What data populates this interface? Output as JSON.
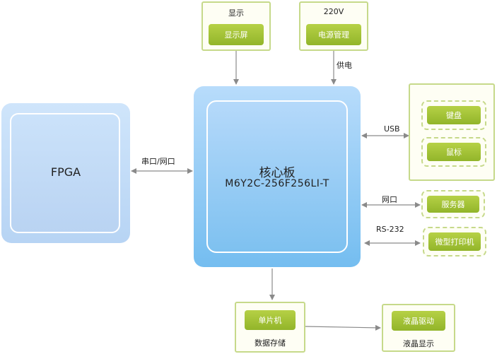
{
  "display_group": {
    "label": "显示",
    "button": "显示屏"
  },
  "power_group": {
    "label": "220V",
    "button": "电源管理",
    "edge": "供电"
  },
  "fpga": {
    "label": "FPGA",
    "edge": "串口/网口"
  },
  "core": {
    "title": "核心板",
    "model": "M6Y2C-256F256LI-T"
  },
  "usb_group": {
    "edge": "USB",
    "items": [
      "键盘",
      "鼠标"
    ]
  },
  "server": {
    "edge": "网口",
    "button": "服务器"
  },
  "printer": {
    "edge": "RS-232",
    "button": "微型打印机"
  },
  "storage": {
    "button": "单片机",
    "label": "数据存储"
  },
  "lcd": {
    "button": "液晶驱动",
    "label": "液晶显示"
  },
  "colors": {
    "arrow": "#8a8a8a",
    "green": "#a4c33a",
    "frame": "#c6d98a",
    "blue": "#8fc8f2"
  }
}
